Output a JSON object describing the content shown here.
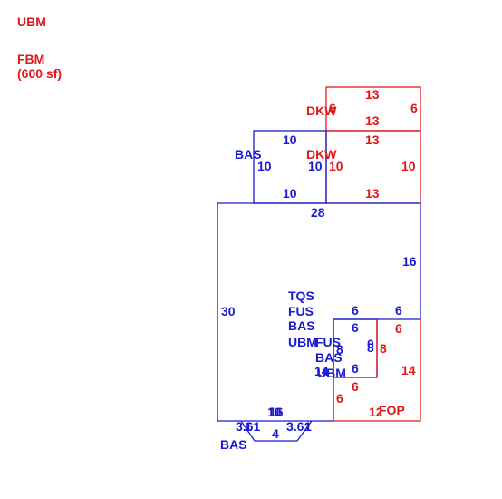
{
  "legend": {
    "ubm": "UBM",
    "fbm": "FBM",
    "fbm_area": "(600 sf)"
  },
  "colors": {
    "blue": "#1a1ad0",
    "red": "#e01818"
  },
  "areas": {
    "dkw_top": "DKW",
    "dkw_mid": "DKW",
    "bas_top": "BAS",
    "main_codes": [
      "TQS",
      "FUS",
      "BAS",
      "UBM"
    ],
    "inner_codes": [
      "FUS",
      "BAS",
      "UBM"
    ],
    "fop": "FOP",
    "bas_bottom": "BAS"
  },
  "dims": {
    "dkw_top_top": "13",
    "dkw_top_bottom": "13",
    "dkw_top_left": "6",
    "dkw_top_right": "6",
    "dkw_mid_top": "13",
    "dkw_mid_bottom": "13",
    "dkw_mid_left": "10",
    "dkw_mid_right": "10",
    "bas_top_top": "10",
    "bas_top_bottom": "10",
    "bas_top_left": "10",
    "bas_top_right": "10",
    "main_top": "28",
    "main_right": "16",
    "main_left": "30",
    "step_top_left": "6",
    "step_top_right": "6",
    "inner_top": "6",
    "inner_zero": "0",
    "inner_left": "8",
    "inner_mid": "8",
    "inner_bottom": "6",
    "inner_14": "14",
    "fop_right": "6",
    "fop_side": "14",
    "fop_inner_bottom": "6",
    "fop_left": "6",
    "fop_bottom": "12",
    "main_bottom_a": "10",
    "main_bottom_b": "16",
    "bay_left_a": "3.61",
    "bay_left_b": "1",
    "bay_right_a": "3.61",
    "bay_right_b": "1",
    "bay_bottom": "4"
  }
}
